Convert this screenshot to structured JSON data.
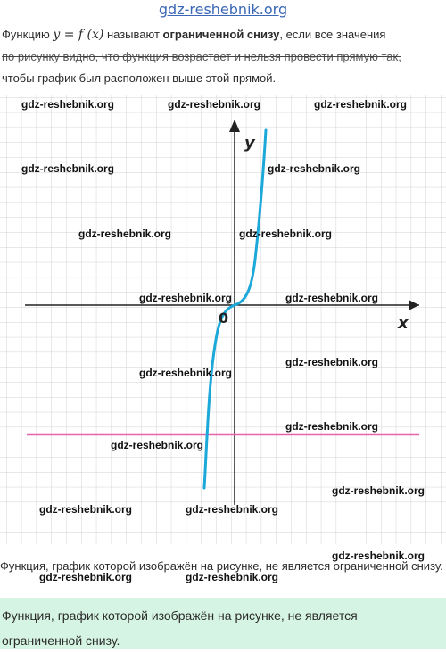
{
  "site_header": "gdz-reshebnik.org",
  "intro": {
    "prefix": "Функцию ",
    "formula": "y = f (x)",
    "middle": " называют ",
    "term": "ограниченной снизу",
    "suffix": ", если все значения",
    "line2": "по рисунку видно, что функция возрастает и нельзя провести прямую так,",
    "line3": "чтобы график был расположен выше этой прямой."
  },
  "graph": {
    "y_axis_label": "y",
    "x_axis_label": "x",
    "origin_label": "0",
    "colors": {
      "curve": "#1ca8d8",
      "horizontal_line": "#e462a8",
      "axes": "#222222",
      "grid": "#cfcfcf"
    }
  },
  "watermark_text": "gdz-reshebnik.org",
  "answer_plain": "Функция, график которой изображён на рисунке, не является ограниченной снизу.",
  "answer_box": "Функция, график которой изображён на рисунке, не является ограниченной снизу."
}
